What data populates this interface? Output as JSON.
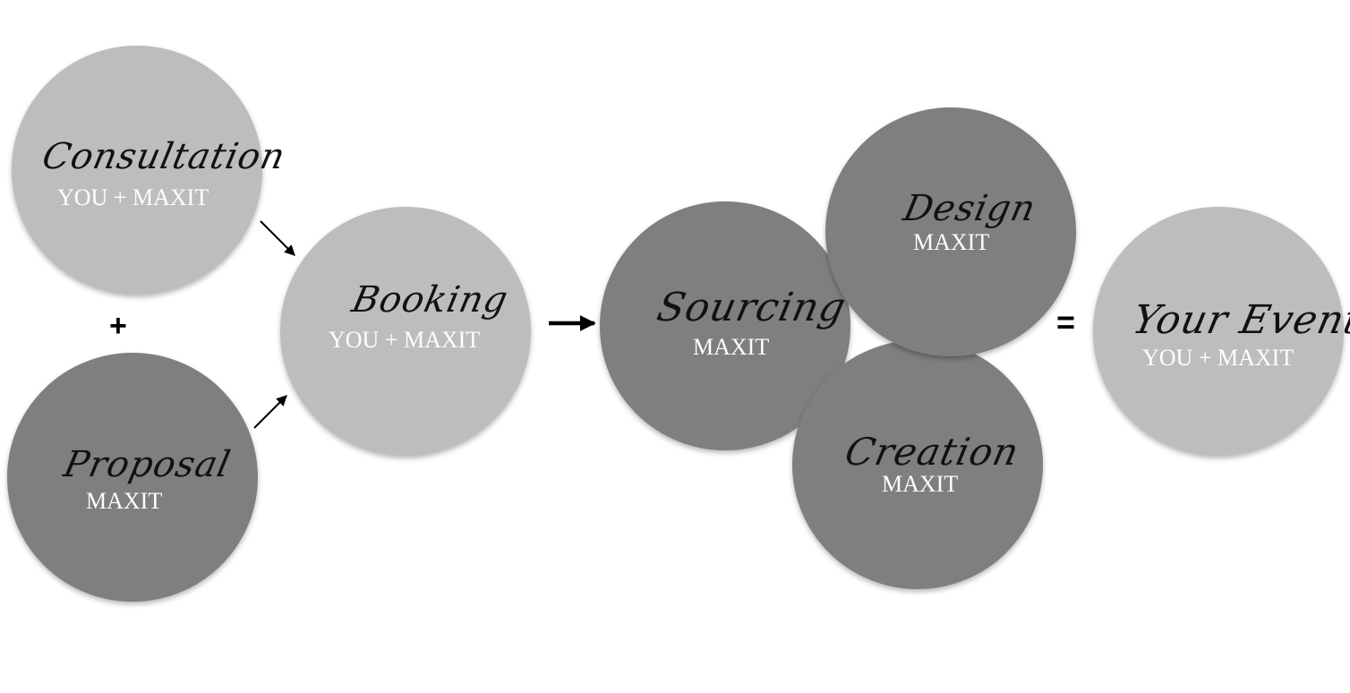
{
  "steps": {
    "consultation": {
      "title": "Consultation",
      "who": "YOU + MAXIT"
    },
    "proposal": {
      "title": "Proposal",
      "who": "MAXIT"
    },
    "booking": {
      "title": "Booking",
      "who": "YOU + MAXIT"
    },
    "sourcing": {
      "title": "Sourcing",
      "who": "MAXIT"
    },
    "design": {
      "title": "Design",
      "who": "MAXIT"
    },
    "creation": {
      "title": "Creation",
      "who": "MAXIT"
    },
    "your_event": {
      "title": "Your Event",
      "who": "YOU + MAXIT"
    }
  },
  "operators": {
    "plus": "+",
    "equals": "="
  },
  "colors": {
    "light_circle": "#bdbdbd",
    "dark_circle": "#7f7f7f",
    "title_text": "#111111",
    "subtitle_text": "#ffffff",
    "arrow": "#000000"
  }
}
